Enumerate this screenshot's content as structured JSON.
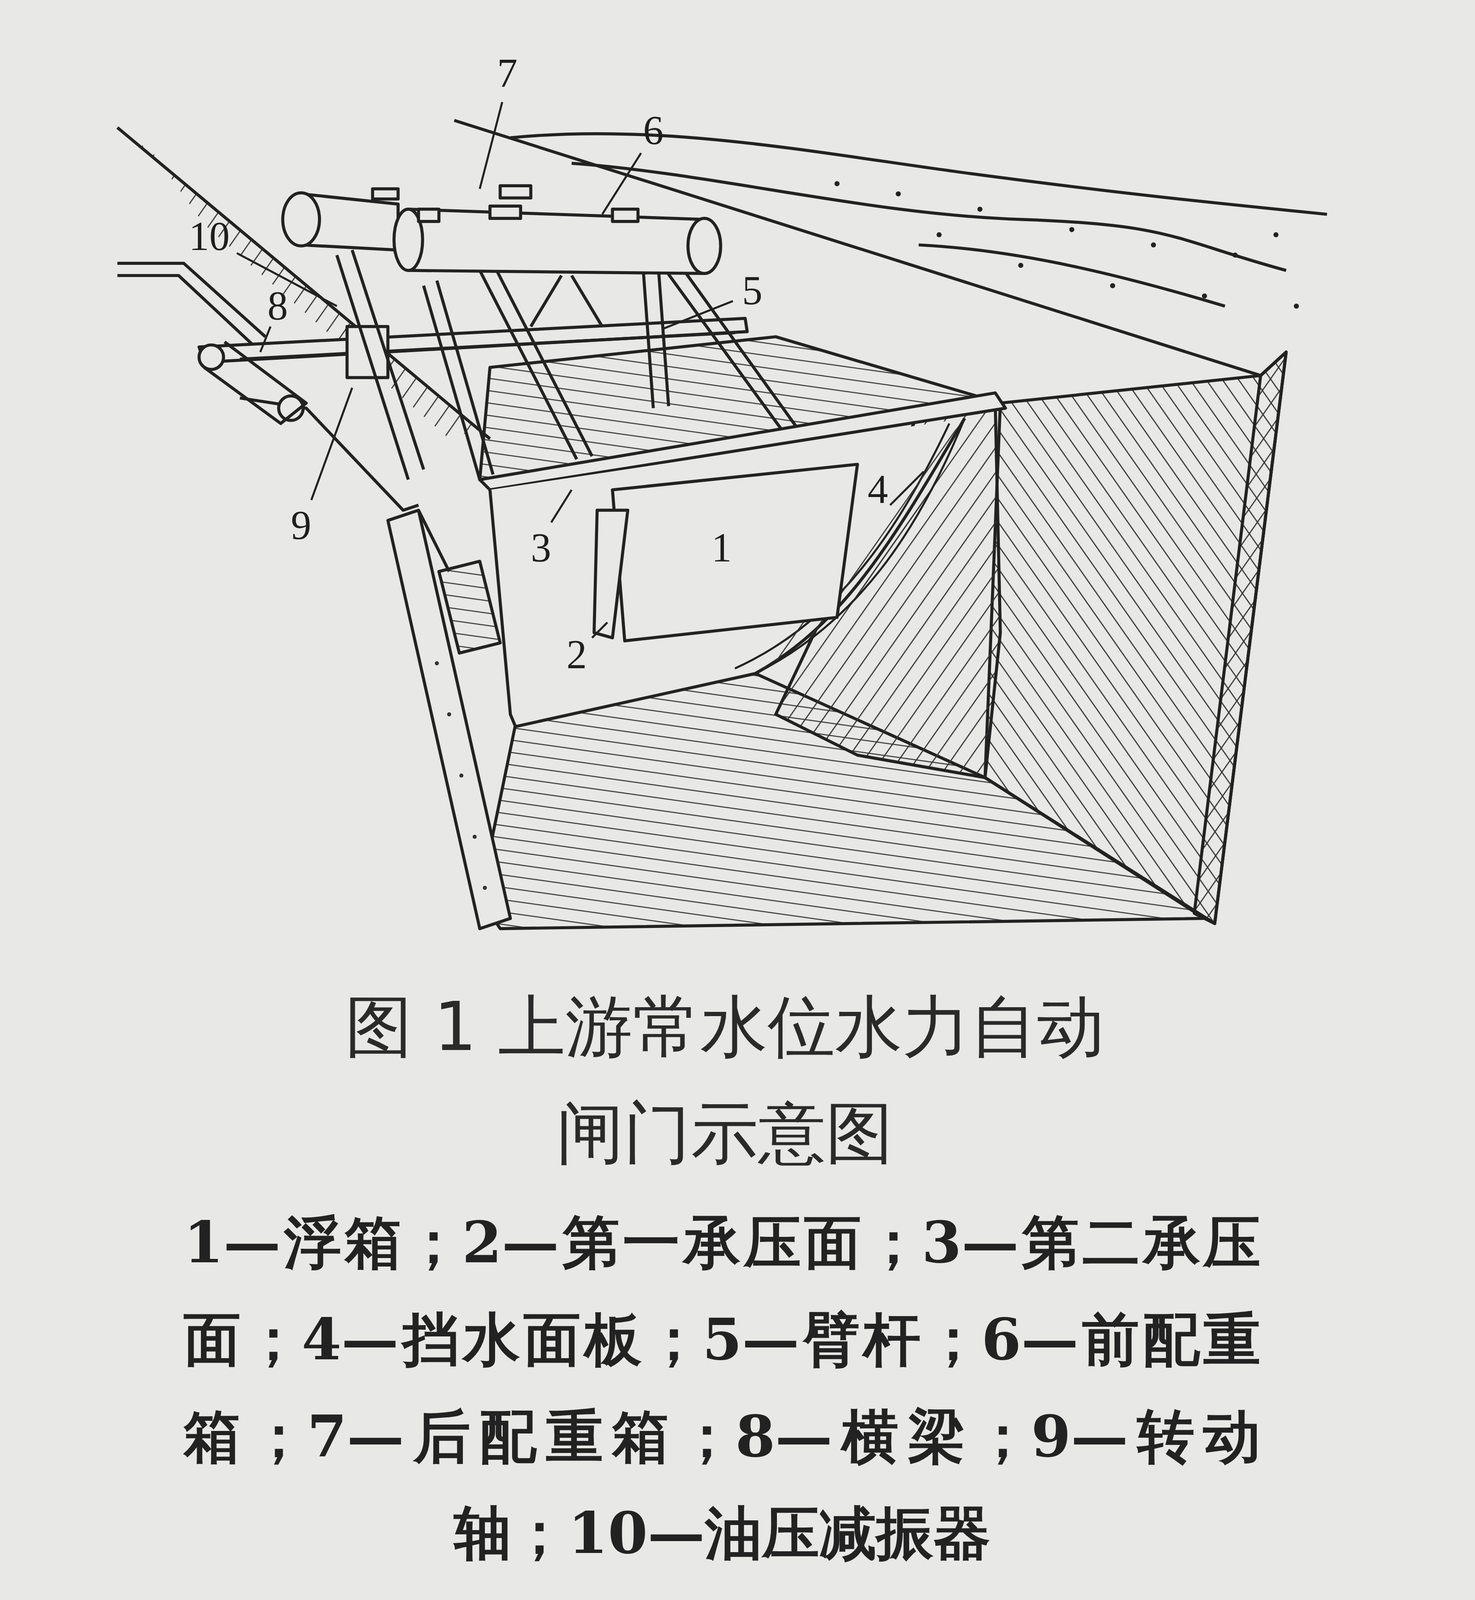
{
  "diagram": {
    "title": "图 1 上游常水位水力自动闸门示意图",
    "caption": "1—浮箱；2—第一承压面；3—第二承压面；4—挡水面板；5—臂杆；6—前配重箱；7—后配重箱；8—横梁；9—转动轴；10—油压减振器",
    "labels": [
      "7",
      "6",
      "10",
      "8",
      "5",
      "9",
      "3",
      "1",
      "4",
      "2"
    ]
  }
}
